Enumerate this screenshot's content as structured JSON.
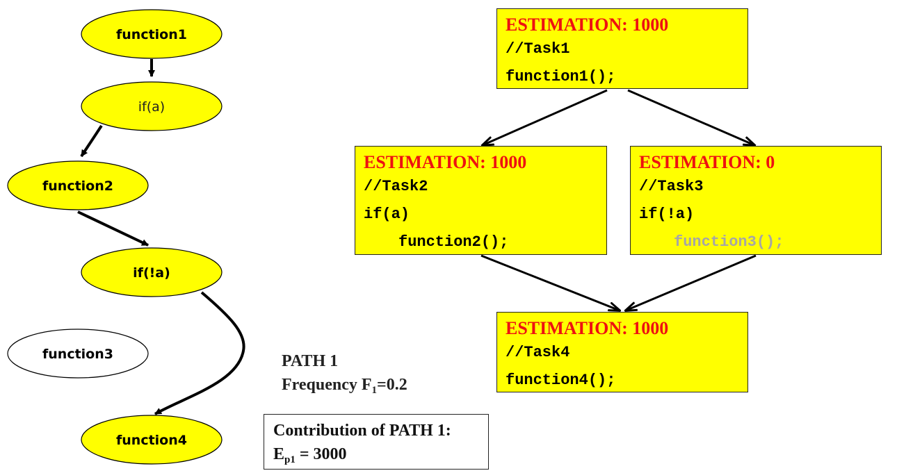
{
  "flow_graph": {
    "nodes": [
      {
        "id": "function1",
        "label": "function1",
        "highlighted": true
      },
      {
        "id": "if-a",
        "label": "if(a)",
        "highlighted": true
      },
      {
        "id": "function2",
        "label": "function2",
        "highlighted": true
      },
      {
        "id": "if-not-a",
        "label": "if(!a)",
        "highlighted": true
      },
      {
        "id": "function3",
        "label": "function3",
        "highlighted": false
      },
      {
        "id": "function4",
        "label": "function4",
        "highlighted": true
      }
    ],
    "edges": [
      {
        "from": "function1",
        "to": "if-a"
      },
      {
        "from": "if-a",
        "to": "function2"
      },
      {
        "from": "function2",
        "to": "if-not-a"
      },
      {
        "from": "if-not-a",
        "to": "function4"
      }
    ]
  },
  "path_info": {
    "title": "PATH 1",
    "frequency_label": "Frequency F",
    "frequency_sub": "1",
    "frequency_value": "=0.2"
  },
  "contribution": {
    "title": "Contribution of PATH 1:",
    "symbol": "E",
    "symbol_sub": "p1",
    "value": " = 3000"
  },
  "tasks": [
    {
      "id": "task1",
      "estimation": "ESTIMATION: 1000",
      "comment": "//Task1",
      "code": [
        "function1();"
      ]
    },
    {
      "id": "task2",
      "estimation": "ESTIMATION: 1000",
      "comment": "//Task2",
      "code": [
        "if(a)",
        "function2();"
      ]
    },
    {
      "id": "task3",
      "estimation": "ESTIMATION: 0",
      "comment": "//Task3",
      "code": [
        "if(!a)",
        "function3();"
      ]
    },
    {
      "id": "task4",
      "estimation": "ESTIMATION: 1000",
      "comment": "//Task4",
      "code": [
        "function4();"
      ]
    }
  ],
  "task_edges": [
    {
      "from": "task1",
      "to": "task2"
    },
    {
      "from": "task1",
      "to": "task3"
    },
    {
      "from": "task2",
      "to": "task4"
    },
    {
      "from": "task3",
      "to": "task4"
    }
  ],
  "colors": {
    "highlight_fill": "#ffff00",
    "estimation_text": "#ee1111",
    "inactive_code": "#a6a6a6",
    "stroke": "#000000"
  }
}
